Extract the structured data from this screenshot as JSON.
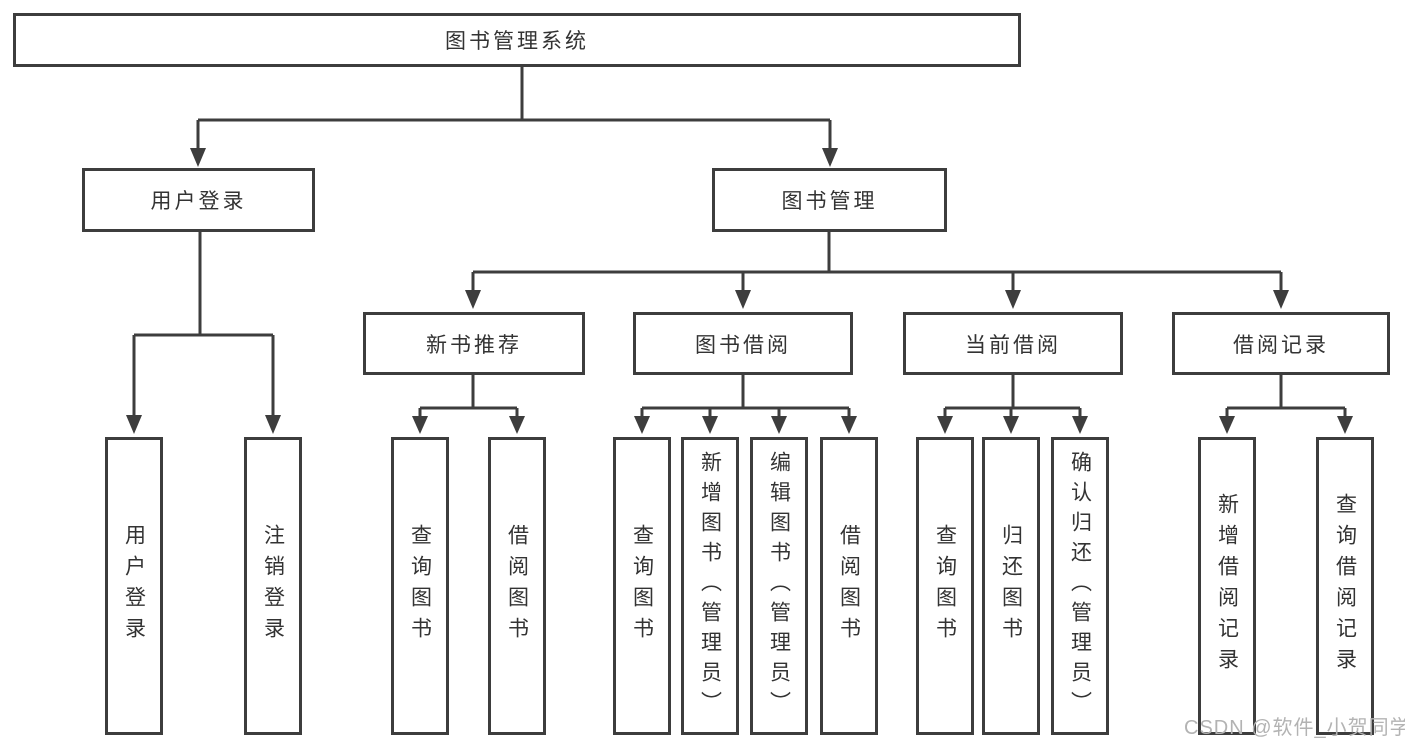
{
  "diagram": {
    "type": "tree",
    "root": {
      "label": "图书管理系统"
    },
    "branches": [
      {
        "label": "用户登录",
        "leaves": [
          "用户登录",
          "注销登录"
        ]
      },
      {
        "label": "图书管理",
        "groups": [
          {
            "label": "新书推荐",
            "leaves": [
              "查询图书",
              "借阅图书"
            ]
          },
          {
            "label": "图书借阅",
            "leaves": [
              "查询图书",
              "新增图书（管理员）",
              "编辑图书（管理员）",
              "借阅图书"
            ]
          },
          {
            "label": "当前借阅",
            "leaves": [
              "查询图书",
              "归还图书",
              "确认归还（管理员）"
            ]
          },
          {
            "label": "借阅记录",
            "leaves": [
              "新增借阅记录",
              "查询借阅记录"
            ]
          }
        ]
      }
    ]
  },
  "colors": {
    "line": "#3d3d3d",
    "text": "#333333",
    "watermark": "#b3b3b3",
    "background": "#ffffff"
  },
  "watermark": {
    "text": "CSDN @软件_小贺同学"
  }
}
